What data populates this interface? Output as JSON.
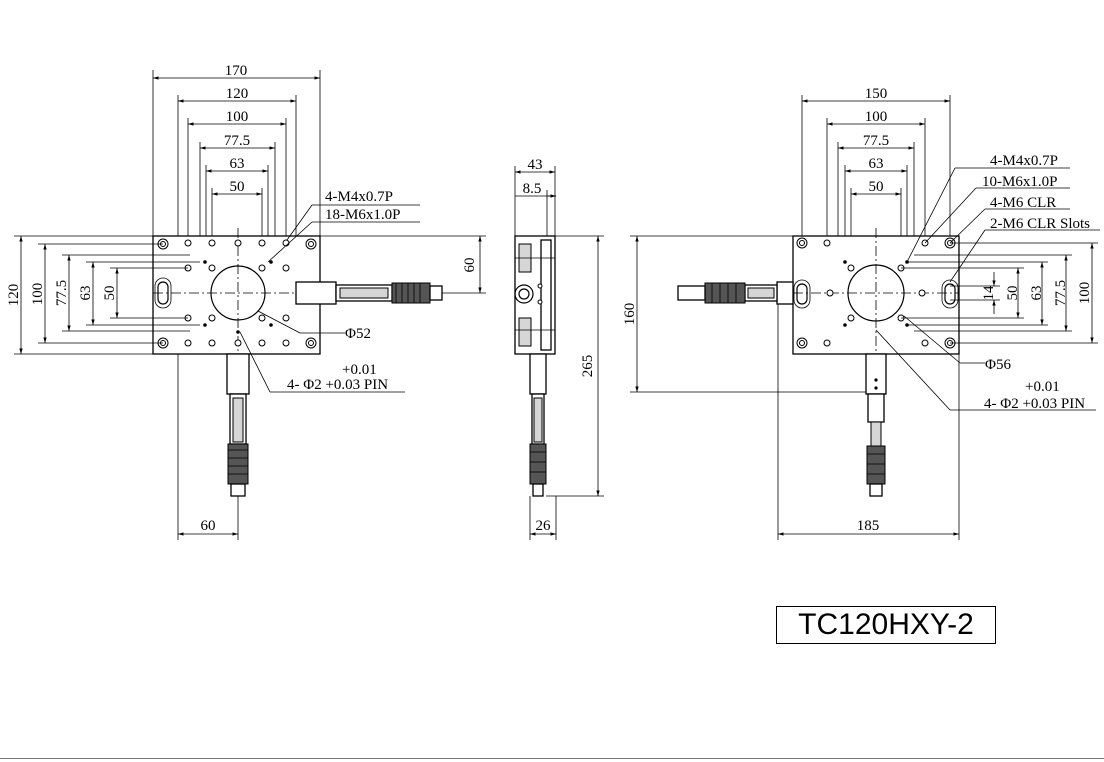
{
  "title": "TC120HXY-2",
  "left_view": {
    "dims_top": [
      "170",
      "120",
      "100",
      "77.5",
      "63",
      "50"
    ],
    "dims_left": [
      "120",
      "100",
      "77.5",
      "63",
      "50"
    ],
    "dim_right": "60",
    "dim_bottom": "60",
    "callouts": [
      "4-M4x0.7P",
      "18-M6x1.0P"
    ],
    "diameter": "Φ52",
    "pin_tol": "+0.01",
    "pin_label": "4- Φ2 +0.03 PIN"
  },
  "side_view": {
    "dims_top": [
      "43",
      "8.5"
    ],
    "dim_height": "265",
    "dim_bottom": "26"
  },
  "right_view": {
    "dims_top": [
      "150",
      "100",
      "77.5",
      "63",
      "50"
    ],
    "dims_right": [
      "14",
      "50",
      "63",
      "77.5",
      "100"
    ],
    "dim_left": "160",
    "dim_bottom": "185",
    "callouts": [
      "4-M4x0.7P",
      "10-M6x1.0P",
      "4-M6 CLR",
      "2-M6 CLR Slots"
    ],
    "diameter": "Φ56",
    "pin_tol": "+0.01",
    "pin_label": "4- Φ2 +0.03 PIN"
  }
}
